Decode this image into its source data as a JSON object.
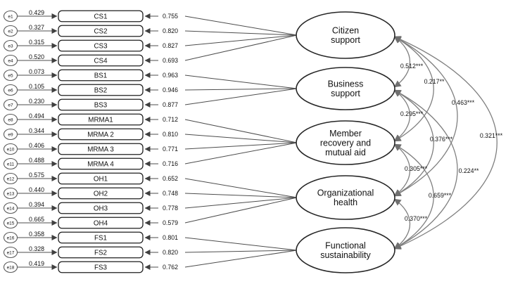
{
  "figure": {
    "type": "structural-equation-model-path-diagram",
    "colors": {
      "background": "#ffffff",
      "box_stroke": "#1f1f1f",
      "ellipse_stroke": "#262626",
      "error_circle_stroke": "#5a5a5a",
      "straight_line": "#4d4d4d",
      "curve_line": "#7f7f7f",
      "arrowhead_dark": "#3f3f3f",
      "arrowhead_gray": "#6f6f6f",
      "text": "#111111"
    }
  },
  "model": {
    "latents": [
      {
        "id": "citizen-support",
        "label_lines": [
          "Citizen",
          "support"
        ]
      },
      {
        "id": "business-support",
        "label_lines": [
          "Business",
          "support"
        ]
      },
      {
        "id": "member-recovery-and-mutual-aid",
        "label_lines": [
          "Member",
          "recovery and",
          "mutual aid"
        ]
      },
      {
        "id": "organizational-health",
        "label_lines": [
          "Organizational",
          "health"
        ]
      },
      {
        "id": "functional-sustainability",
        "label_lines": [
          "Functional",
          "sustainability"
        ]
      }
    ],
    "indicators": [
      {
        "error": "e1",
        "variance": "0.429",
        "name": "CS1",
        "loading": "0.755",
        "latent": 0
      },
      {
        "error": "e2",
        "variance": "0.327",
        "name": "CS2",
        "loading": "0.820",
        "latent": 0
      },
      {
        "error": "e3",
        "variance": "0.315",
        "name": "CS3",
        "loading": "0.827",
        "latent": 0
      },
      {
        "error": "e4",
        "variance": "0.520",
        "name": "CS4",
        "loading": "0.693",
        "latent": 0
      },
      {
        "error": "e5",
        "variance": "0.073",
        "name": "BS1",
        "loading": "0.963",
        "latent": 1
      },
      {
        "error": "e6",
        "variance": "0.105",
        "name": "BS2",
        "loading": "0.946",
        "latent": 1
      },
      {
        "error": "e7",
        "variance": "0.230",
        "name": "BS3",
        "loading": "0.877",
        "latent": 1
      },
      {
        "error": "e8",
        "variance": "0.494",
        "name": "MRMA1",
        "loading": "0.712",
        "latent": 2
      },
      {
        "error": "e9",
        "variance": "0.344",
        "name": "MRMA 2",
        "loading": "0.810",
        "latent": 2
      },
      {
        "error": "e10",
        "variance": "0.406",
        "name": "MRMA 3",
        "loading": "0.771",
        "latent": 2
      },
      {
        "error": "e11",
        "variance": "0.488",
        "name": "MRMA 4",
        "loading": "0.716",
        "latent": 2
      },
      {
        "error": "e12",
        "variance": "0.575",
        "name": "OH1",
        "loading": "0.652",
        "latent": 3
      },
      {
        "error": "e13",
        "variance": "0.440",
        "name": "OH2",
        "loading": "0.748",
        "latent": 3
      },
      {
        "error": "e14",
        "variance": "0.394",
        "name": "OH3",
        "loading": "0.778",
        "latent": 3
      },
      {
        "error": "e15",
        "variance": "0.665",
        "name": "OH4",
        "loading": "0.579",
        "latent": 3
      },
      {
        "error": "e16",
        "variance": "0.358",
        "name": "FS1",
        "loading": "0.801",
        "latent": 4
      },
      {
        "error": "e17",
        "variance": "0.328",
        "name": "FS2",
        "loading": "0.820",
        "latent": 4
      },
      {
        "error": "e18",
        "variance": "0.419",
        "name": "FS3",
        "loading": "0.762",
        "latent": 4
      }
    ],
    "correlations": [
      {
        "between": [
          0,
          1
        ],
        "value": "0.512***"
      },
      {
        "between": [
          0,
          2
        ],
        "value": "0.217**"
      },
      {
        "between": [
          0,
          3
        ],
        "value": "0.463***"
      },
      {
        "between": [
          0,
          4
        ],
        "value": "0.321***"
      },
      {
        "between": [
          1,
          2
        ],
        "value": "0.295***"
      },
      {
        "between": [
          1,
          3
        ],
        "value": "0.376***"
      },
      {
        "between": [
          1,
          4
        ],
        "value": "0.224**"
      },
      {
        "between": [
          2,
          3
        ],
        "value": "0.305***"
      },
      {
        "between": [
          2,
          4
        ],
        "value": "0.659***"
      },
      {
        "between": [
          3,
          4
        ],
        "value": "0.370***"
      }
    ]
  }
}
